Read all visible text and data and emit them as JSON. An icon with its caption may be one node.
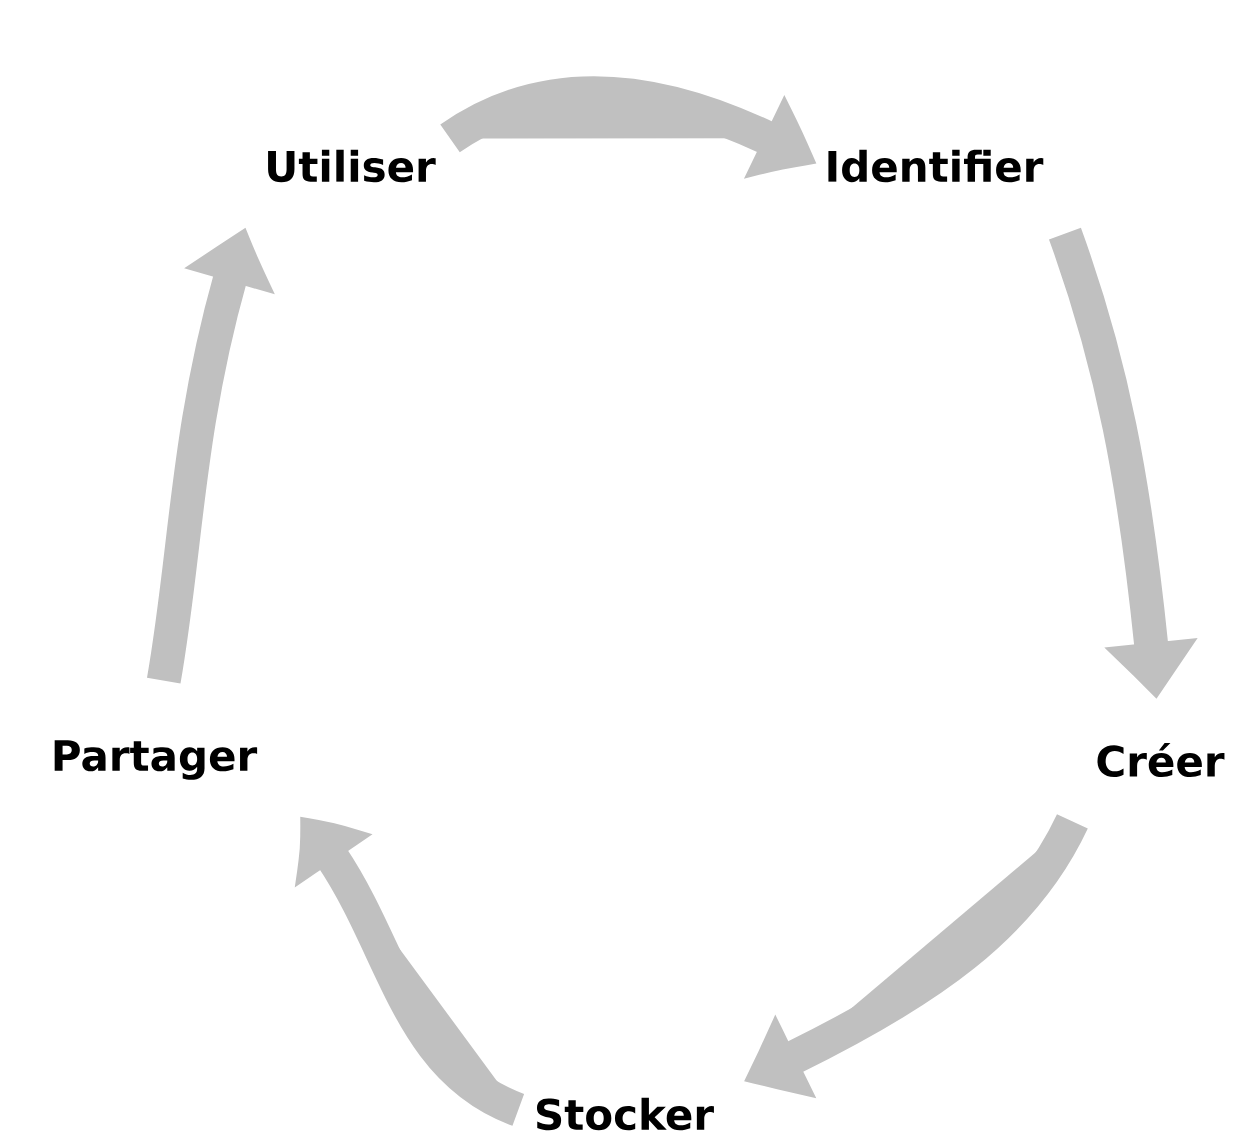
{
  "diagram": {
    "nodes": [
      {
        "text": [
          "Utiliser"
        ]
      },
      {
        "text": [
          "Identifier"
        ]
      },
      {
        "text": [
          "Créer"
        ]
      },
      {
        "text": [
          "Stocker"
        ]
      },
      {
        "text": [
          "Partager"
        ]
      }
    ],
    "edges": [
      {
        "from": 0,
        "to": 1,
        "arrow": "to"
      },
      {
        "from": 1,
        "to": 2,
        "arrow": "to"
      },
      {
        "from": 2,
        "to": 3,
        "arrow": "to"
      },
      {
        "from": 3,
        "to": 4,
        "arrow": "to"
      },
      {
        "from": 4,
        "to": 0,
        "arrow": "to"
      }
    ]
  }
}
